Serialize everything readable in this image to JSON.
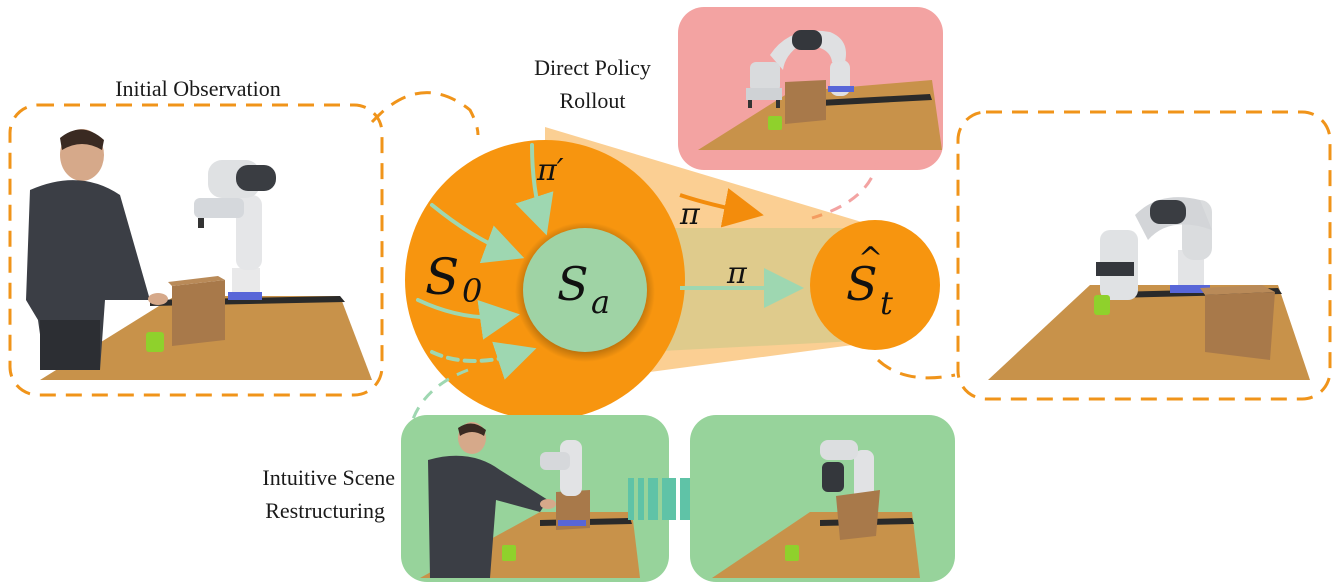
{
  "labels": {
    "initial_observation": "Initial Observation",
    "direct_policy_line1": "Direct Policy",
    "direct_policy_line2": "Rollout",
    "scene_line1": "Intuitive Scene",
    "scene_line2": "Restructuring"
  },
  "math": {
    "s0": "S",
    "s0_sub": "0",
    "sa": "S",
    "sa_sub": "a",
    "st": "S",
    "st_sub": "t",
    "st_hat": "^",
    "pi_prime": "π′",
    "pi_top": "π",
    "pi_mid": "π"
  },
  "colors": {
    "orange": "#f7950f",
    "orange_dashed": "#f0941a",
    "green_circle": "#9fd3a5",
    "green_panel": "#97d39b",
    "red_panel": "#f3a3a2",
    "teal_arrow": "#5fc3a7",
    "table": "#c8924a"
  }
}
